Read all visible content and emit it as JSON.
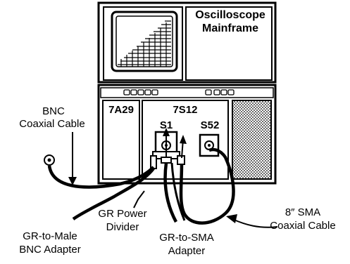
{
  "mainframe": {
    "title_line1": "Oscilloscope",
    "title_line2": "Mainframe"
  },
  "plugins": {
    "left_unit": "7A29",
    "right_unit": "7S12",
    "port_s1": "S1",
    "port_s52": "S52"
  },
  "callouts": {
    "bnc_line1": "BNC",
    "bnc_line2": "Coaxial Cable",
    "gr_power_line1": "GR Power",
    "gr_power_line2": "Divider",
    "gr_male_bnc_line1": "GR-to-Male",
    "gr_male_bnc_line2": "BNC Adapter",
    "gr_sma_line1": "GR-to-SMA",
    "gr_sma_line2": "Adapter",
    "sma_cable_line1": "8″ SMA",
    "sma_cable_line2": "Coaxial Cable"
  }
}
